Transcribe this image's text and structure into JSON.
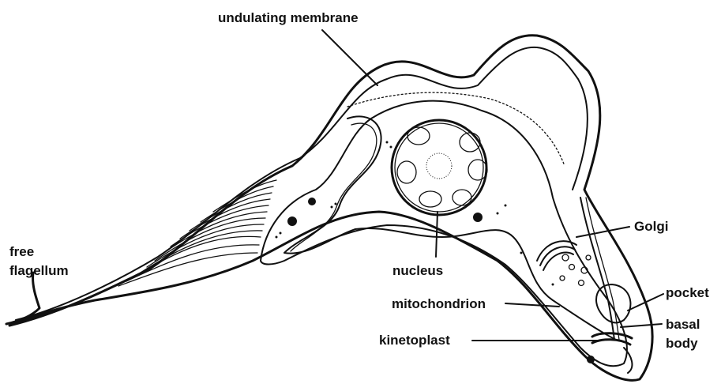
{
  "labels": {
    "undulating_membrane": "undulating membrane",
    "free_flagellum_1": "free",
    "free_flagellum_2": "flagellum",
    "golgi": "Golgi",
    "nucleus": "nucleus",
    "pocket": "pocket",
    "mitochondrion": "mitochondrion",
    "basal_body_1": "basal",
    "basal_body_2": "body",
    "kinetoplast": "kinetoplast"
  }
}
